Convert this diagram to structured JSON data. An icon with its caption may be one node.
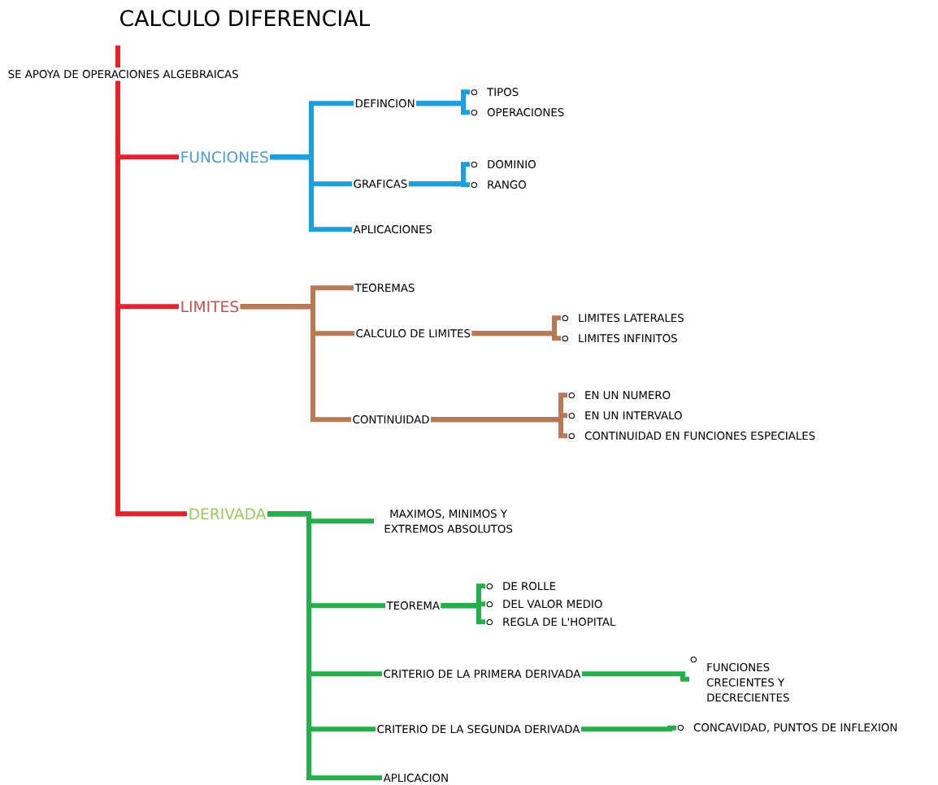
{
  "diagram": {
    "title": "CALCULO DIFERENCIAL",
    "nodes": [
      {
        "text": [
          "SE APOYA DE OPERACIONES ALGEBRAICAS"
        ]
      },
      {
        "text": [
          "FUNCIONES"
        ]
      },
      {
        "text": [
          "DEFINCION"
        ]
      },
      {
        "text": [
          "TIPOS"
        ]
      },
      {
        "text": [
          "OPERACIONES"
        ]
      },
      {
        "text": [
          "GRAFICAS"
        ]
      },
      {
        "text": [
          "DOMINIO"
        ]
      },
      {
        "text": [
          "RANGO"
        ]
      },
      {
        "text": [
          "APLICACIONES"
        ]
      },
      {
        "text": [
          "LIMITES"
        ]
      },
      {
        "text": [
          "TEOREMAS"
        ]
      },
      {
        "text": [
          "CALCULO DE LIMITES"
        ]
      },
      {
        "text": [
          "LIMITES LATERALES"
        ]
      },
      {
        "text": [
          "LIMITES INFINITOS"
        ]
      },
      {
        "text": [
          "CONTINUIDAD"
        ]
      },
      {
        "text": [
          "EN UN NUMERO"
        ]
      },
      {
        "text": [
          "EN UN INTERVALO"
        ]
      },
      {
        "text": [
          "CONTINUIDAD EN FUNCIONES ESPECIALES"
        ]
      },
      {
        "text": [
          "DERIVADA"
        ]
      },
      {
        "text": [
          "MAXIMOS, MINIMOS Y EXTREMOS ABSOLUTOS"
        ]
      },
      {
        "text": [
          "TEOREMA"
        ]
      },
      {
        "text": [
          "DE ROLLE"
        ]
      },
      {
        "text": [
          "DEL VALOR MEDIO"
        ]
      },
      {
        "text": [
          "REGLA DE L'HOPITAL"
        ]
      },
      {
        "text": [
          "CRITERIO DE LA PRIMERA DERIVADA"
        ]
      },
      {
        "text": [
          "FUNCIONES CRECIENTES Y DECRECIENTES"
        ]
      },
      {
        "text": [
          "CRITERIO DE LA SEGUNDA DERIVADA"
        ]
      },
      {
        "text": [
          "CONCAVIDAD, PUNTOS DE INFLEXION"
        ]
      },
      {
        "text": [
          "APLICACION"
        ]
      }
    ],
    "edges": [
      {
        "from": 0,
        "to": 1,
        "arrow": "none",
        "color": "#e8202a"
      },
      {
        "from": 0,
        "to": 9,
        "arrow": "none",
        "color": "#e8202a"
      },
      {
        "from": 0,
        "to": 18,
        "arrow": "none",
        "color": "#e8202a"
      },
      {
        "from": 1,
        "to": 2,
        "arrow": "none",
        "color": "#1aa0e0"
      },
      {
        "from": 1,
        "to": 5,
        "arrow": "none",
        "color": "#1aa0e0"
      },
      {
        "from": 1,
        "to": 8,
        "arrow": "none",
        "color": "#1aa0e0"
      },
      {
        "from": 2,
        "to": 3,
        "arrow": "none",
        "color": "#1aa0e0"
      },
      {
        "from": 2,
        "to": 4,
        "arrow": "none",
        "color": "#1aa0e0"
      },
      {
        "from": 5,
        "to": 6,
        "arrow": "none",
        "color": "#1aa0e0"
      },
      {
        "from": 5,
        "to": 7,
        "arrow": "none",
        "color": "#1aa0e0"
      },
      {
        "from": 9,
        "to": 10,
        "arrow": "none",
        "color": "#b87a55"
      },
      {
        "from": 9,
        "to": 11,
        "arrow": "none",
        "color": "#b87a55"
      },
      {
        "from": 9,
        "to": 14,
        "arrow": "none",
        "color": "#b87a55"
      },
      {
        "from": 11,
        "to": 12,
        "arrow": "none",
        "color": "#b87a55"
      },
      {
        "from": 11,
        "to": 13,
        "arrow": "none",
        "color": "#b87a55"
      },
      {
        "from": 14,
        "to": 15,
        "arrow": "none",
        "color": "#b87a55"
      },
      {
        "from": 14,
        "to": 16,
        "arrow": "none",
        "color": "#b87a55"
      },
      {
        "from": 14,
        "to": 17,
        "arrow": "none",
        "color": "#b87a55"
      },
      {
        "from": 18,
        "to": 19,
        "arrow": "none",
        "color": "#22b04a"
      },
      {
        "from": 18,
        "to": 20,
        "arrow": "none",
        "color": "#22b04a"
      },
      {
        "from": 18,
        "to": 24,
        "arrow": "none",
        "color": "#22b04a"
      },
      {
        "from": 18,
        "to": 26,
        "arrow": "none",
        "color": "#22b04a"
      },
      {
        "from": 18,
        "to": 28,
        "arrow": "none",
        "color": "#22b04a"
      },
      {
        "from": 20,
        "to": 21,
        "arrow": "none",
        "color": "#22b04a"
      },
      {
        "from": 20,
        "to": 22,
        "arrow": "none",
        "color": "#22b04a"
      },
      {
        "from": 20,
        "to": 23,
        "arrow": "none",
        "color": "#22b04a"
      },
      {
        "from": 24,
        "to": 25,
        "arrow": "none",
        "color": "#22b04a"
      },
      {
        "from": 26,
        "to": 27,
        "arrow": "none",
        "color": "#22b04a"
      }
    ]
  }
}
